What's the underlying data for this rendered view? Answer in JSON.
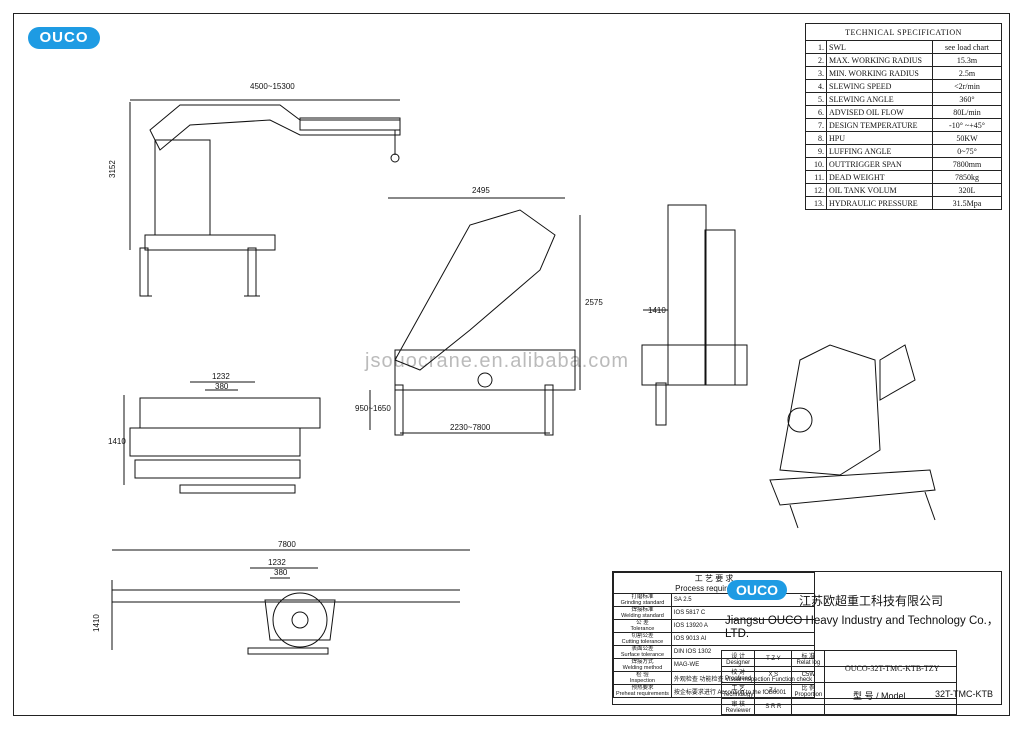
{
  "logo": {
    "text": "OUCO"
  },
  "watermark": "jsouocrane.en.alibaba.com",
  "spec": {
    "title": "TECHNICAL SPECIFICATION",
    "rows": [
      {
        "no": "1.",
        "item": "SWL",
        "value": "see load chart"
      },
      {
        "no": "2.",
        "item": "MAX. WORKING RADIUS",
        "value": "15.3m"
      },
      {
        "no": "3.",
        "item": "MIN. WORKING RADIUS",
        "value": "2.5m"
      },
      {
        "no": "4.",
        "item": "SLEWING SPEED",
        "value": "<2r/min"
      },
      {
        "no": "5.",
        "item": "SLEWING ANGLE",
        "value": "360°"
      },
      {
        "no": "6.",
        "item": "ADVISED OIL FLOW",
        "value": "80L/min"
      },
      {
        "no": "7.",
        "item": "DESIGN TEMPERATURE",
        "value": "-10° ~+45°"
      },
      {
        "no": "8.",
        "item": "HPU",
        "value": "50KW"
      },
      {
        "no": "9.",
        "item": "LUFFING ANGLE",
        "value": "0~75°"
      },
      {
        "no": "10.",
        "item": "OUTTRIGGER SPAN",
        "value": "7800mm"
      },
      {
        "no": "11.",
        "item": "DEAD WEIGHT",
        "value": "7850kg"
      },
      {
        "no": "12.",
        "item": "OIL TANK VOLUM",
        "value": "320L"
      },
      {
        "no": "13.",
        "item": "HYDRAULIC PRESSURE",
        "value": "31.5Mpa"
      }
    ]
  },
  "dimensions": {
    "side_width": "4500~15300",
    "side_height": "3152",
    "mid_width": "2495",
    "mid_height": "2575",
    "mid_leg": "950~1650",
    "mid_span": "2230~7800",
    "right_width": "1410",
    "plan_1232": "1232",
    "plan_380": "380",
    "plan_1410": "1410",
    "bottom_7800": "7800",
    "bottom_1232": "1232",
    "bottom_380": "380",
    "bottom_1410": "1410"
  },
  "process": {
    "header_cn": "工 艺 要 求",
    "header_en": "Process requirements",
    "rows": [
      {
        "label_cn": "打磨标准",
        "label_en": "Grinding standard",
        "value": "SA  2.5"
      },
      {
        "label_cn": "焊接标准",
        "label_en": "Welding standard",
        "value": "IOS  5817  C"
      },
      {
        "label_cn": "公 差",
        "label_en": "Tolerance",
        "value": "IOS  13920  A"
      },
      {
        "label_cn": "切割公差",
        "label_en": "Cutting tolerance",
        "value": "IOS  9013  AI"
      },
      {
        "label_cn": "表面公差",
        "label_en": "Surface tolerance",
        "value": "DIN  IOS  1302"
      },
      {
        "label_cn": "焊接方式",
        "label_en": "Welding method",
        "value": "MAG-WE"
      },
      {
        "label_cn": "检 验",
        "label_en": "Inspection",
        "value": "外观检查  功能检查 Visual inspection  Function check"
      },
      {
        "label_cn": "预热要求",
        "label_en": "Preheat requirements",
        "value": "按企标要求进行 According to the fOB6001"
      }
    ]
  },
  "company": {
    "logo": "OUCO",
    "name_cn": "江苏欧超重工科技有限公司",
    "name_en": "Jiangsu OUCO Heavy Industry and Technology Co.，LTD."
  },
  "signoff": [
    {
      "role_cn": "设 计",
      "role_en": "Designer",
      "name": "T Z Y",
      "r2_cn": "标 准",
      "r2_en": "Relat log",
      "r2_val": ""
    },
    {
      "role_cn": "校 对",
      "role_en": "Proofreed",
      "name": "X  S",
      "r2_cn": "",
      "r2_en": "",
      "r2_val": "C5W"
    },
    {
      "role_cn": "工 艺",
      "role_en": "Technology",
      "name": "Z  L",
      "r2_cn": "比 例",
      "r2_en": "Proportion",
      "r2_val": ""
    },
    {
      "role_cn": "审 核",
      "role_en": "Reviewer",
      "name": "S R R",
      "r2_cn": "",
      "r2_en": "",
      "r2_val": ""
    }
  ],
  "doc_no": "OUCO-32T-TMC-KTB-TZY",
  "model_label": "型 号 / Model",
  "model_value": "32T-TMC-KTB"
}
